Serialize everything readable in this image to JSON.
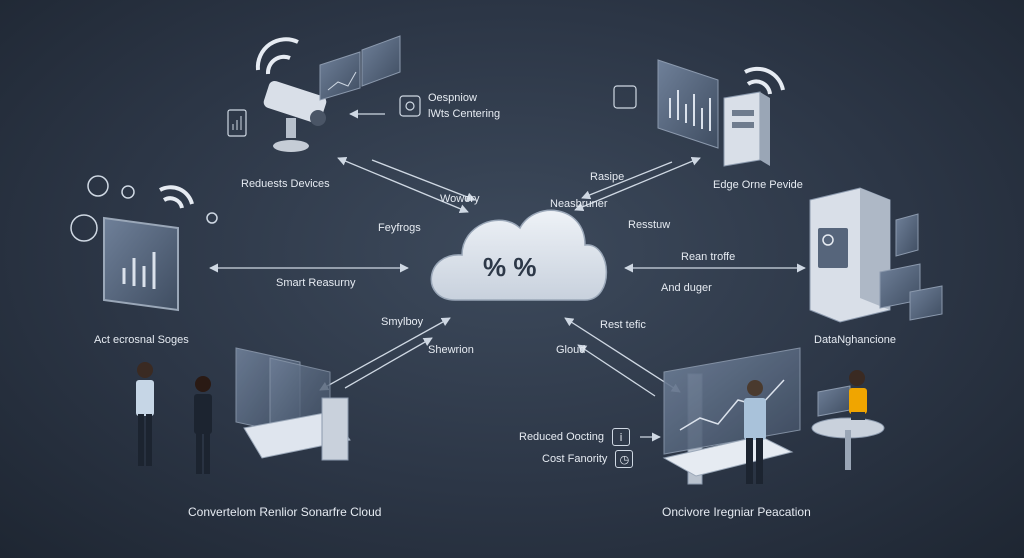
{
  "cloud": {
    "symbol": "% %"
  },
  "labels": {
    "overview": "Oespniow",
    "iwts_centering": "lWts Centering",
    "reduests_devices": "Reduests Devices",
    "wowery": "Wowery",
    "neasbruner": "Neasbruner",
    "raspe": "Rasipe",
    "edge_provide": "Edge Orne Pevide",
    "rasstuw": "Resstuw",
    "feyfrogs": "Feyfrogs",
    "smart_reasurny": "Smart Reasurny",
    "rasan_troffe": "Rean troffe",
    "and_duger": "And duger",
    "act_ecrosnal_soges": "Act ecrosnal Soges",
    "data_nghancione": "DataNghancione",
    "smylboy": "Smylboy",
    "shewrion": "Shewrion",
    "rast_tefic": "Rest tefic",
    "gloud": "Gloud",
    "covertelom": "Convertelom Renlior Sonarfre Cloud",
    "oncivore": "Oncivore Iregniar Peacation"
  },
  "legend": [
    {
      "label": "Reduced Oocting",
      "icon": "info-icon",
      "glyph": "i"
    },
    {
      "label": "Cost Fanority",
      "icon": "clock-icon",
      "glyph": "◷"
    }
  ],
  "colors": {
    "background": "#2c3646",
    "cloud_fill": "#dde4ee",
    "cloud_stroke": "#9aa7b8",
    "arrow": "#cfd8e3",
    "device_light": "#d9dfe8",
    "device_dark": "#4a5566",
    "screen": "#5b6b82",
    "accent_person": "#f0a500"
  }
}
